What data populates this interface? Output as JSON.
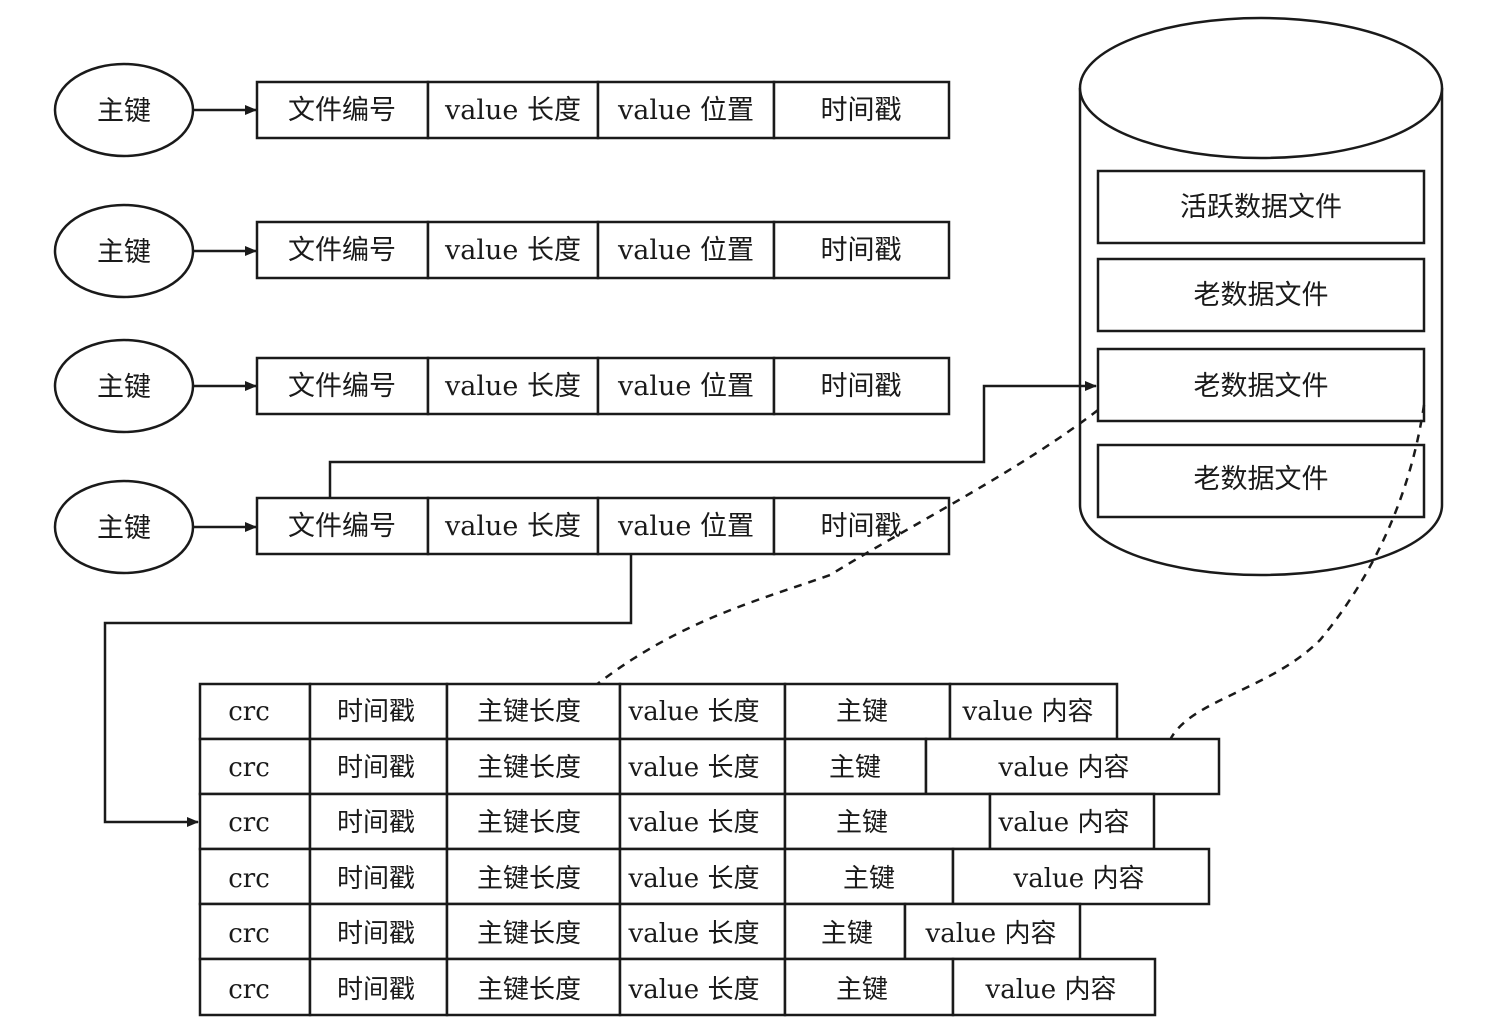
{
  "index_entries": [
    {
      "key": "主键",
      "fields": [
        "文件编号",
        "value 长度",
        "value 位置",
        "时间戳"
      ]
    },
    {
      "key": "主键",
      "fields": [
        "文件编号",
        "value 长度",
        "value 位置",
        "时间戳"
      ]
    },
    {
      "key": "主键",
      "fields": [
        "文件编号",
        "value 长度",
        "value 位置",
        "时间戳"
      ]
    },
    {
      "key": "主键",
      "fields": [
        "文件编号",
        "value 长度",
        "value 位置",
        "时间戳"
      ]
    }
  ],
  "database": {
    "files": [
      "活跃数据文件",
      "老数据文件",
      "老数据文件",
      "老数据文件"
    ]
  },
  "records": [
    [
      "crc",
      "时间戳",
      "主键长度",
      "value 长度",
      "主键",
      "value 内容"
    ],
    [
      "crc",
      "时间戳",
      "主键长度",
      "value 长度",
      "主键",
      "value 内容"
    ],
    [
      "crc",
      "时间戳",
      "主键长度",
      "value 长度",
      "主键",
      "value 内容"
    ],
    [
      "crc",
      "时间戳",
      "主键长度",
      "value 长度",
      "主键",
      "value 内容"
    ],
    [
      "crc",
      "时间戳",
      "主键长度",
      "value 长度",
      "主键",
      "value 内容"
    ],
    [
      "crc",
      "时间戳",
      "主键长度",
      "value 长度",
      "主键",
      "value 内容"
    ]
  ]
}
